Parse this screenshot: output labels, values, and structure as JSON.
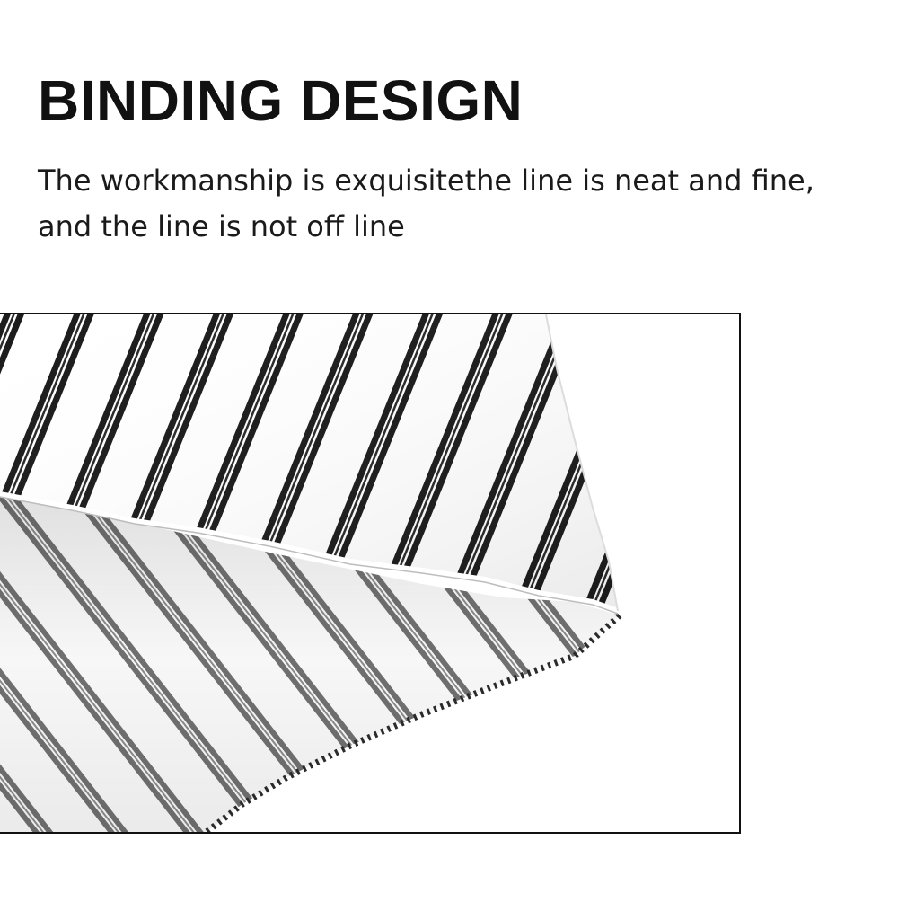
{
  "heading": {
    "title": "BINDING DESIGN"
  },
  "description": {
    "line1": "The workmanship is exquisitethe line is neat and fine,",
    "line2": "and the line is not off line"
  },
  "image": {
    "subject": "striped-fabric-hem-binding-photo",
    "colors": {
      "stripe_dark": "#1c1c1c",
      "stripe_grey": "#7a7a7a",
      "fabric": "#ffffff",
      "frame": "#111111"
    }
  }
}
